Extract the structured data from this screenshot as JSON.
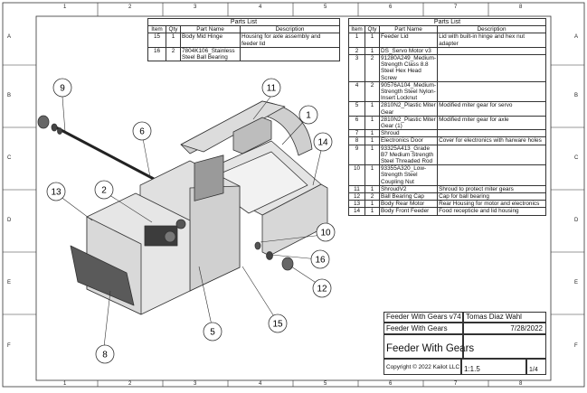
{
  "zones": {
    "columns": [
      "1",
      "2",
      "3",
      "4",
      "5",
      "6",
      "7",
      "8"
    ],
    "rows": [
      "A",
      "B",
      "C",
      "D",
      "E",
      "F"
    ]
  },
  "parts_list_left": {
    "title": "Parts List",
    "headers": [
      "Item",
      "Qty",
      "Part Name",
      "Description"
    ],
    "rows": [
      {
        "item": "15",
        "qty": "1",
        "name": "Body Mid Hinge",
        "desc": "Housing for axle assembly and feeder lid"
      },
      {
        "item": "16",
        "qty": "2",
        "name": "7804K106_Stainless Steel Ball Bearing",
        "desc": ""
      }
    ]
  },
  "parts_list_right": {
    "title": "Parts List",
    "headers": [
      "Item",
      "Qty",
      "Part Name",
      "Description"
    ],
    "rows": [
      {
        "item": "1",
        "qty": "1",
        "name": "Feeder Lid",
        "desc": "Lid with built-in hinge and hex nut adapter"
      },
      {
        "item": "2",
        "qty": "1",
        "name": "DS_Servo Motor v3",
        "desc": ""
      },
      {
        "item": "3",
        "qty": "2",
        "name": "91280A249_Medium-Strength Class 8.8 Steel Hex Head Screw",
        "desc": ""
      },
      {
        "item": "4",
        "qty": "2",
        "name": "90576A104_Medium-Strength Steel Nylon-Insert Locknut",
        "desc": ""
      },
      {
        "item": "5",
        "qty": "1",
        "name": "2810N2_Plastic Miter Gear",
        "desc": "Modified miter gear for servo"
      },
      {
        "item": "6",
        "qty": "1",
        "name": "2810N2_Plastic Miter Gear (1)",
        "desc": "Modified miter gear for axle"
      },
      {
        "item": "7",
        "qty": "1",
        "name": "Shroud",
        "desc": ""
      },
      {
        "item": "8",
        "qty": "1",
        "name": "Electronics Door",
        "desc": "Cover for electronics with harware holes"
      },
      {
        "item": "9",
        "qty": "1",
        "name": "93325A413_Grade B7 Medium Strength Steel Threaded Rod",
        "desc": ""
      },
      {
        "item": "10",
        "qty": "1",
        "name": "93355A320_Low-Strength Steel Coupling Nut",
        "desc": ""
      },
      {
        "item": "11",
        "qty": "1",
        "name": "ShroudV2",
        "desc": "Shroud to protect miter gears"
      },
      {
        "item": "12",
        "qty": "2",
        "name": "Ball Bearing Cap",
        "desc": "Cap for ball bearing"
      },
      {
        "item": "13",
        "qty": "1",
        "name": "Body Rear Motor",
        "desc": "Rear Housing for motor and electronics"
      },
      {
        "item": "14",
        "qty": "1",
        "name": "Body Front Feeder",
        "desc": "Food recepticle and lid housing"
      }
    ]
  },
  "title_block": {
    "part_number": "Feeder With Gears v74",
    "created_by": "Tomas Diaz Wahl",
    "part_name": "Feeder With Gears",
    "created_date": "7/28/2022",
    "title": "Feeder With Gears",
    "copyright": "Copyright © 2022 Kailot LLC",
    "scale": "1:1.5",
    "sheet": "1/4"
  },
  "callouts": [
    "9",
    "11",
    "1",
    "6",
    "14",
    "13",
    "2",
    "10",
    "16",
    "12",
    "5",
    "15",
    "8"
  ]
}
